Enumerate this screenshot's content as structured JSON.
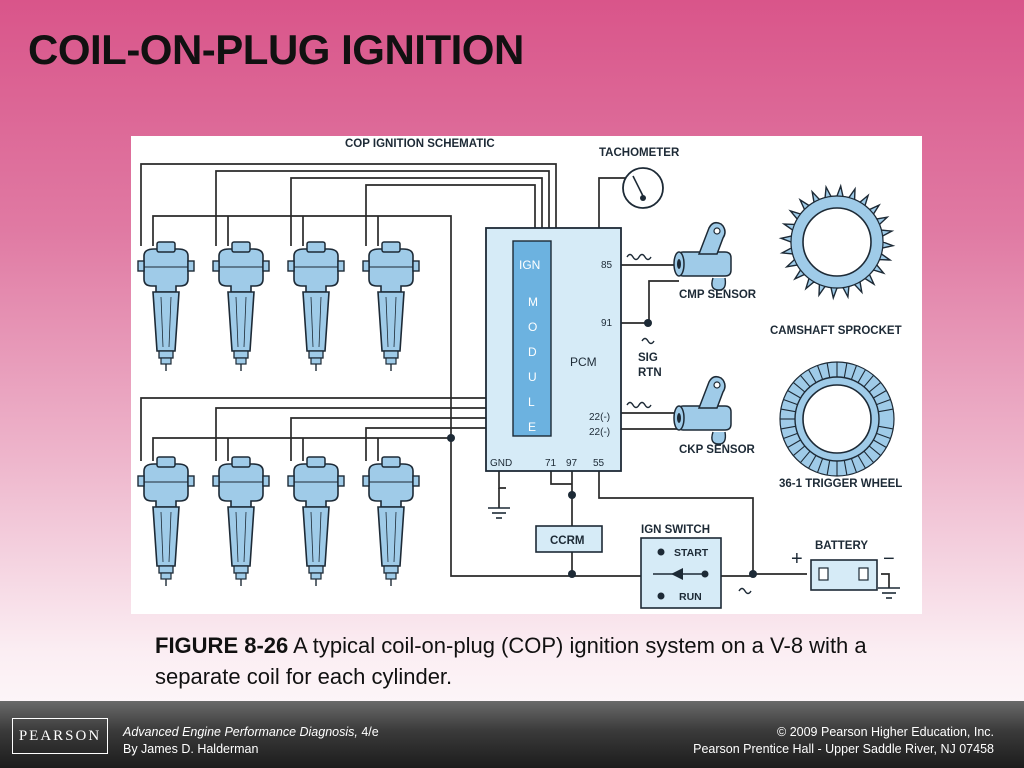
{
  "slide": {
    "title": "COIL-ON-PLUG IGNITION"
  },
  "diagram": {
    "schematic_title": "COP IGNITION SCHEMATIC",
    "tachometer": "TACHOMETER",
    "ign_module_top": "IGN",
    "ign_module_letters": [
      "M",
      "O",
      "D",
      "U",
      "L",
      "E"
    ],
    "pcm": "PCM",
    "pins": {
      "p85": "85",
      "p91": "91",
      "p22a": "22(-)",
      "p22b": "22(-)",
      "gnd": "GND",
      "p71": "71",
      "p97": "97",
      "p55": "55"
    },
    "cmp_sensor": "CMP SENSOR",
    "camshaft_sprocket": "CAMSHAFT SPROCKET",
    "sig": "SIG",
    "rtn": "RTN",
    "ckp_sensor": "CKP SENSOR",
    "trigger_wheel": "36-1 TRIGGER WHEEL",
    "ccrm": "CCRM",
    "ign_switch": "IGN SWITCH",
    "start": "START",
    "run": "RUN",
    "battery": "BATTERY",
    "plus": "+",
    "minus": "−"
  },
  "caption": {
    "figure_number": "FIGURE 8-26",
    "text": " A typical coil-on-plug (COP) ignition system on a V-8 with a separate coil for each cylinder."
  },
  "footer": {
    "logo": "PEARSON",
    "book_title": "Advanced Engine Performance Diagnosis,",
    "edition": " 4/e",
    "author": "By James D. Halderman",
    "copyright": "© 2009 Pearson Higher Education, Inc.",
    "publisher": "Pearson Prentice Hall - Upper Saddle River, NJ 07458"
  },
  "colors": {
    "coil_fill": "#9fcbe8",
    "pcm_fill": "#d6ebf7",
    "ign_module_fill": "#6cb2e0",
    "wire": "#2a2a2a"
  }
}
